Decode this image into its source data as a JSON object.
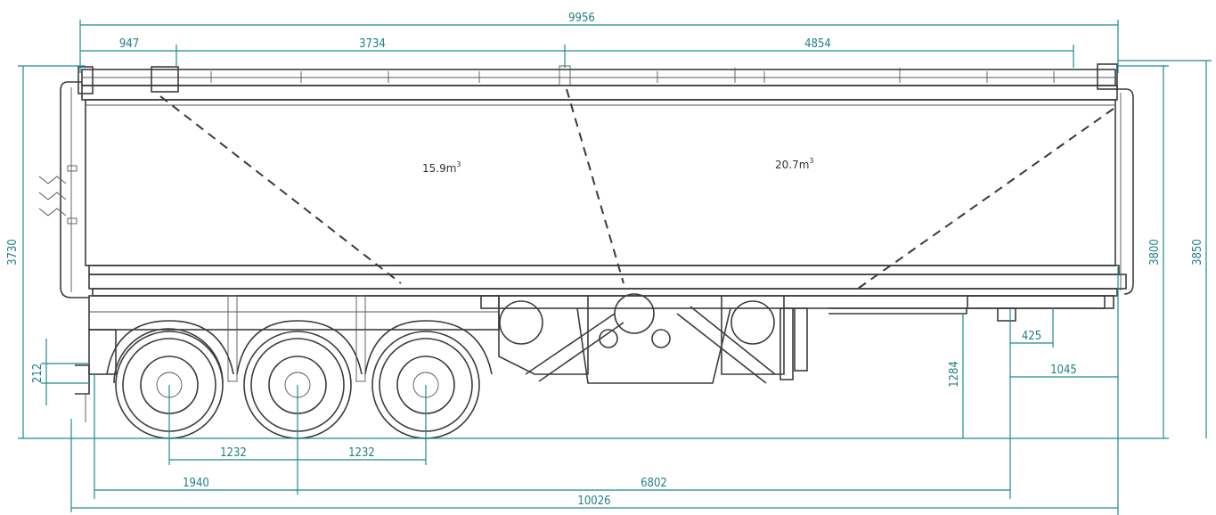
{
  "drawing": {
    "volumes": {
      "front_compartment": "15.9",
      "rear_compartment": "20.7",
      "unit": "m",
      "unit_exponent": "3"
    },
    "dimensions": {
      "overall_top": "9956",
      "front_overhang_top": "947",
      "front_section": "3734",
      "rear_section": "4854",
      "overall_height_left": "3730",
      "height_3800": "3800",
      "height_3850": "3850",
      "front_detail_212": "212",
      "rear_height_1284": "1284",
      "rear_detail_425": "425",
      "rear_detail_1045": "1045",
      "axle_spacing_1": "1232",
      "axle_spacing_2": "1232",
      "kingpin_to_axle": "1940",
      "axle_to_rear": "6802",
      "overall_length": "10026"
    },
    "colors": {
      "dimension_line": "#1f8a8f",
      "outline": "#3c3c3c"
    }
  }
}
